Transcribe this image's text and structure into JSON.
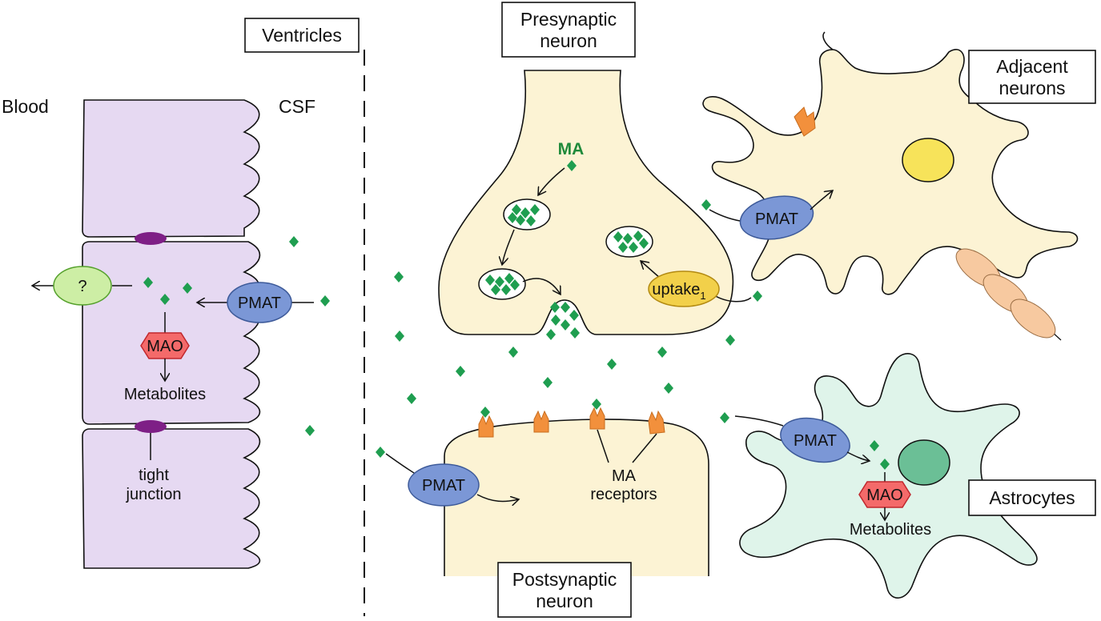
{
  "labels": {
    "ventricles": "Ventricles",
    "presynaptic_line1": "Presynaptic",
    "presynaptic_line2": "neuron",
    "adjacent_line1": "Adjacent",
    "adjacent_line2": "neurons",
    "blood": "Blood",
    "csf": "CSF",
    "postsynaptic_line1": "Postsynaptic",
    "postsynaptic_line2": "neuron",
    "astrocytes": "Astrocytes",
    "ma": "MA",
    "unknown_transporter": "?",
    "pmat": "PMAT",
    "mao": "MAO",
    "metabolites": "Metabolites",
    "tight_line1": "tight",
    "tight_line2": "junction",
    "uptake": "uptake",
    "uptake_sub": "1",
    "receptors_line1": "MA",
    "receptors_line2": "receptors"
  },
  "colors": {
    "monoamine": "#1f9e50",
    "ependymal_cell": "#e6d9f2",
    "neuron_fill": "#fcf3d4",
    "astrocyte_fill": "#dff4ea",
    "pmat": "#7b97d6",
    "mao": "#f46a6a",
    "uptake1": "#f2d04a",
    "receptor": "#f2903c",
    "tight_junction": "#7e1f86",
    "unknown_transporter": "#cdeea5",
    "nucleus_neuron": "#f7e35a",
    "nucleus_astrocyte": "#6bbf96"
  }
}
